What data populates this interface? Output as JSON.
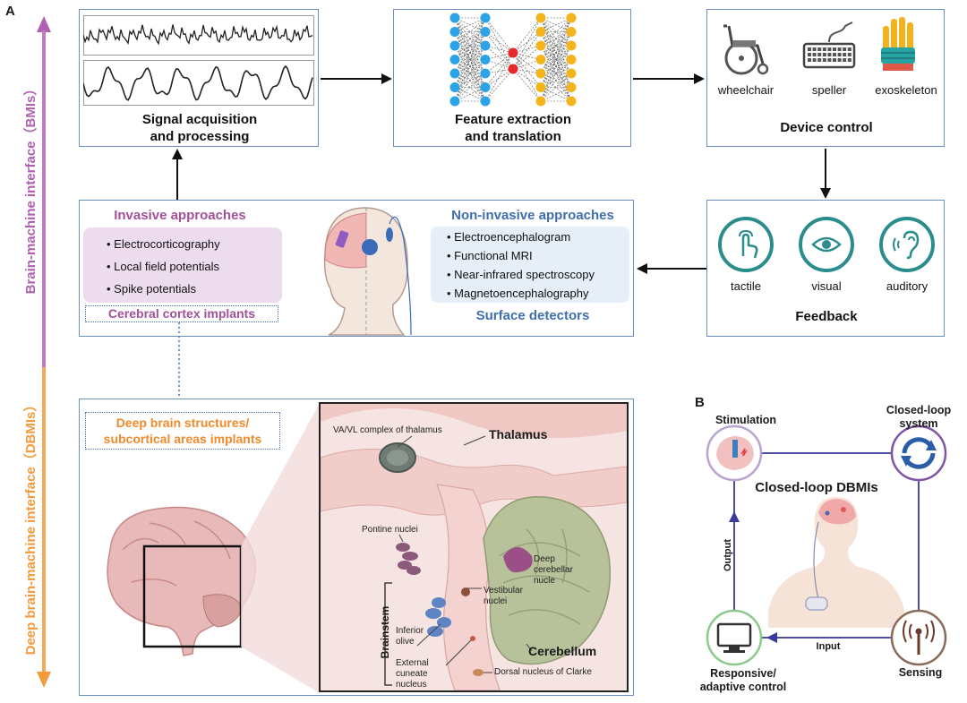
{
  "panels": {
    "a": "A",
    "b": "B"
  },
  "axis": {
    "bmi_label": "Brain-machine interface（BMIs）",
    "dbmi_label": "Deep brain-machine interface（DBMIs）",
    "color_top": "#b060b0",
    "color_bottom": "#f39a3a"
  },
  "signal": {
    "caption_line1": "Signal acquisition",
    "caption_line2": "and processing"
  },
  "feature": {
    "caption_line1": "Feature extraction",
    "caption_line2": "and translation"
  },
  "device": {
    "caption": "Device control",
    "items": [
      "wheelchair",
      "speller",
      "exoskeleton"
    ]
  },
  "feedback": {
    "caption": "Feedback",
    "items": [
      "tactile",
      "visual",
      "auditory"
    ],
    "ring_color": "#2a8c8c"
  },
  "invasive": {
    "title": "Invasive approaches",
    "items": [
      "• Electrocorticography",
      "• Local field potentials",
      "• Spike potentials"
    ],
    "footer": "Cerebral cortex implants",
    "color": "#a2519a",
    "bg": "#ecdcee"
  },
  "noninvasive": {
    "title": "Non-invasive approaches",
    "items": [
      "• Electroencephalogram",
      "• Functional MRI",
      "• Near-infrared spectroscopy",
      "• Magnetoencephalography"
    ],
    "footer": "Surface detectors",
    "color": "#3f6fb0",
    "bg": "#e6eef8"
  },
  "deep": {
    "implant_label_line1": "Deep brain structures/",
    "implant_label_line2": "subcortical areas implants",
    "color": "#f08a2a",
    "labels": {
      "vavl": "VA/VL complex of thalamus",
      "thalamus": "Thalamus",
      "pontine": "Pontine nuclei",
      "deep_cerebellar_1": "Deep",
      "deep_cerebellar_2": "cerebellar",
      "deep_cerebellar_3": "nucle",
      "vestibular_1": "Vestibular",
      "vestibular_2": "nuclei",
      "brainstem": "Brainstem",
      "inferior_olive_1": "Inferior",
      "inferior_olive_2": "olive",
      "external_cuneate_1": "External",
      "external_cuneate_2": "cuneate",
      "external_cuneate_3": "nucleus",
      "cerebellum": "Cerebellum",
      "clarke": "Dorsal nucleus of Clarke"
    }
  },
  "closed_loop": {
    "title": "Closed-loop DBMIs",
    "stimulation": "Stimulation",
    "system_line1": "Closed-loop",
    "system_line2": "system",
    "output": "Output",
    "input": "Input",
    "sensing": "Sensing",
    "control_line1": "Responsive/",
    "control_line2": "adaptive control",
    "line_color": "#3a3a9a"
  }
}
